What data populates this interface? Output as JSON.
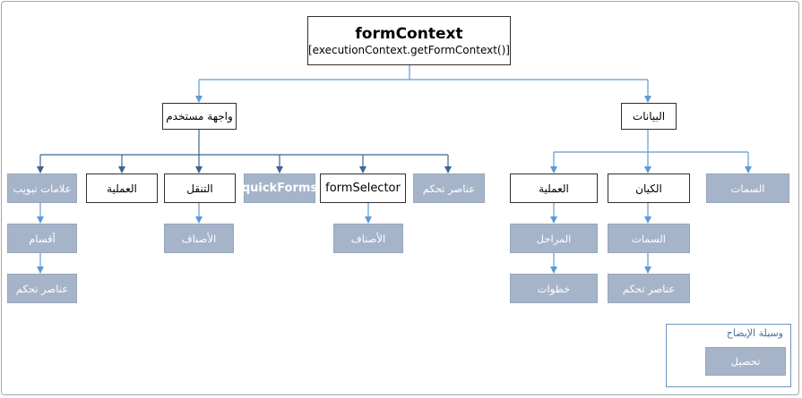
{
  "root": {
    "title": "formContext",
    "subtitle": "[executionContext.getFormContext()]"
  },
  "level1": {
    "ui": "واجهة مستخدم",
    "data": "البيانات"
  },
  "ui_children": {
    "tabs": "علامات تبويب",
    "process": "العملية",
    "navigation": "التنقل",
    "quickforms": "quickForms",
    "formselector": "formSelector",
    "controls": "عناصر تحكم"
  },
  "ui_grandchildren": {
    "sections": "أقسام",
    "section_controls": "عناصر تحكم",
    "nav_items": "الأصناف",
    "selector_items": "الأصناف"
  },
  "data_children": {
    "process": "العملية",
    "entity": "الكيان",
    "attributes": "السمات"
  },
  "data_grandchildren": {
    "stages": "المراحل",
    "steps": "خطوات",
    "entity_attributes": "السمات",
    "entity_controls": "عناصر تحكم"
  },
  "legend": {
    "title": "وسيلة الإيضاح",
    "collection_label": "تحصيل"
  },
  "colors": {
    "dark_connector": "#3e6590",
    "light_connector": "#5b9bd5",
    "collection_fill": "#a6b4c9",
    "legend_border": "#6f93be"
  }
}
